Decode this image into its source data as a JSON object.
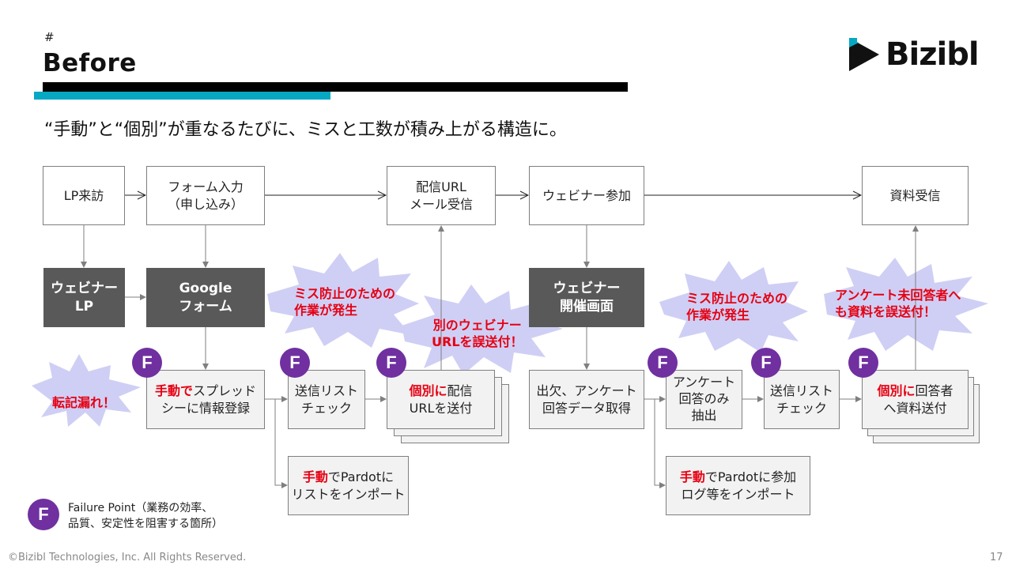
{
  "header": {
    "hash": "#",
    "title": "Before",
    "subtitle": "“手動”と“個別”が重なるたびに、ミスと工数が積み上がる構造に。",
    "logo_text": "Bizibl",
    "colors": {
      "accent_teal": "#06a8c4",
      "badge_purple": "#7030a0",
      "warning_red": "#e60012",
      "burst_fill": "#cfcff5",
      "dark_box": "#595959"
    }
  },
  "flow": {
    "top_row": [
      {
        "id": "lp-visit",
        "line1": "LP来訪",
        "line2": ""
      },
      {
        "id": "form-input",
        "line1": "フォーム入力",
        "line2": "（申し込み）"
      },
      {
        "id": "url-mail",
        "line1": "配信URL",
        "line2": "メール受信"
      },
      {
        "id": "webinar-join",
        "line1": "ウェビナー参加",
        "line2": ""
      },
      {
        "id": "material-receive",
        "line1": "資料受信",
        "line2": ""
      }
    ],
    "tools": [
      {
        "id": "webinar-lp",
        "line1": "ウェビナー",
        "line2": "LP"
      },
      {
        "id": "google-form",
        "line1": "Google",
        "line2": "フォーム"
      },
      {
        "id": "webinar-screen",
        "line1": "ウェビナー",
        "line2": "開催画面"
      }
    ],
    "tasks": {
      "spreadsheet": {
        "red": "手動で",
        "line1_rest": "スプレッド",
        "line2": "シーに情報登録"
      },
      "list_check_1": {
        "line1": "送信リスト",
        "line2": "チェック"
      },
      "send_url": {
        "red": "個別に",
        "line1_rest": "配信",
        "line2": "URLを送付"
      },
      "pardot_import_1": {
        "red": "手動",
        "line1_rest": "でPardotに",
        "line2": "リストをインポート"
      },
      "attendance": {
        "line1": "出欠、アンケート",
        "line2": "回答データ取得"
      },
      "survey_extract": {
        "line1": "アンケート",
        "line2": "回答のみ",
        "line3": "抽出"
      },
      "list_check_2": {
        "line1": "送信リスト",
        "line2": "チェック"
      },
      "send_material": {
        "red": "個別に",
        "line1_rest": "回答者",
        "line2": "へ資料送付"
      },
      "pardot_import_2": {
        "red": "手動",
        "line1_rest": "でPardotに参加",
        "line2": "ログ等をインポート"
      }
    },
    "badge_label": "F"
  },
  "bursts": [
    {
      "id": "transcription-miss",
      "line1": "転記漏れ！",
      "line2": ""
    },
    {
      "id": "prevention-work-1",
      "line1": "ミス防止のための",
      "line2": "作業が発生"
    },
    {
      "id": "wrong-url",
      "line1": "別のウェビナー",
      "line2": "URLを誤送付！"
    },
    {
      "id": "prevention-work-2",
      "line1": "ミス防止のための",
      "line2": "作業が発生"
    },
    {
      "id": "wrong-material",
      "line1": "アンケート未回答者へ",
      "line2": "も資料を誤送付！"
    }
  ],
  "legend": {
    "badge": "F",
    "line1": "Failure Point（業務の効率、",
    "line2": "品質、安定性を阻害する箇所）"
  },
  "footer": {
    "copyright": "©Bizibl Technologies, Inc. All Rights Reserved.",
    "page": "17"
  }
}
